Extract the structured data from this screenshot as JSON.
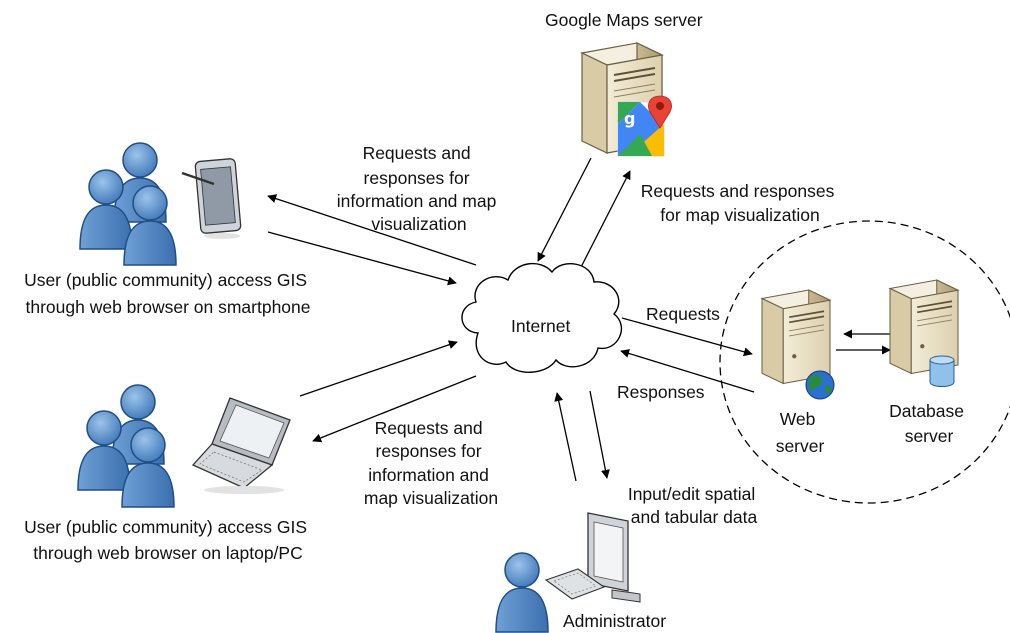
{
  "nodes": {
    "google_maps_server": {
      "label": "Google Maps server"
    },
    "internet": {
      "label": "Internet"
    },
    "smartphone_users": {
      "label_lines": [
        "User (public community) access GIS",
        "through web browser on smartphone"
      ]
    },
    "laptop_users": {
      "label_lines": [
        "User (public community) access GIS",
        "through web browser on laptop/PC"
      ]
    },
    "web_server": {
      "label_lines": [
        "Web",
        "server"
      ]
    },
    "database_server": {
      "label_lines": [
        "Database",
        "server"
      ]
    },
    "administrator": {
      "label": "Administrator"
    }
  },
  "edges": {
    "smartphone": {
      "label_lines": [
        "Requests and",
        "responses for",
        "information and map",
        "visualization"
      ]
    },
    "google": {
      "label_lines": [
        "Requests and responses",
        "for map visualization"
      ]
    },
    "web_requests": {
      "label": "Requests"
    },
    "web_responses": {
      "label": "Responses"
    },
    "laptop": {
      "label_lines": [
        "Requests and",
        "responses for",
        "information and",
        "map visualization"
      ]
    },
    "admin": {
      "label_lines": [
        "Input/edit spatial",
        "and tabular data"
      ]
    }
  },
  "icons": [
    "server-icon",
    "google-maps-logo-icon",
    "cloud-icon",
    "users-group-icon",
    "tablet-icon",
    "laptop-icon",
    "globe-icon",
    "database-icon",
    "workstation-icon",
    "keyboard-icon",
    "person-icon"
  ],
  "colors": {
    "person_fill": "#4f88c6",
    "person_stroke": "#1f4e86",
    "server_fill": "#e8dfc4",
    "globe": "#2a8a3e",
    "db_cylinder": "#8ec2ea"
  }
}
